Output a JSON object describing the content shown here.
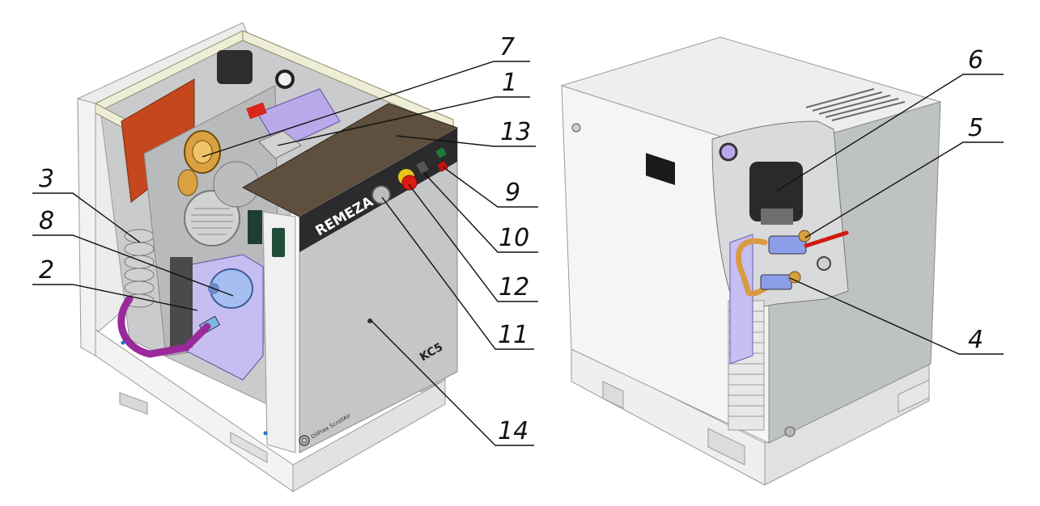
{
  "diagram": {
    "left_unit": {
      "brand": "REMEZA",
      "model": "KC5",
      "logo_text": "OilFree ScrollAir"
    },
    "callouts": [
      {
        "id": "c1",
        "label": "1"
      },
      {
        "id": "c2",
        "label": "2"
      },
      {
        "id": "c3",
        "label": "3"
      },
      {
        "id": "c4",
        "label": "4"
      },
      {
        "id": "c5",
        "label": "5"
      },
      {
        "id": "c6",
        "label": "6"
      },
      {
        "id": "c7",
        "label": "7"
      },
      {
        "id": "c8",
        "label": "8"
      },
      {
        "id": "c9",
        "label": "9"
      },
      {
        "id": "c10",
        "label": "10"
      },
      {
        "id": "c11",
        "label": "11"
      },
      {
        "id": "c12",
        "label": "12"
      },
      {
        "id": "c13",
        "label": "13"
      },
      {
        "id": "c14",
        "label": "14"
      }
    ],
    "colors": {
      "panel": "#c4c6c7",
      "panel_dark": "#9ea1a3",
      "top": "#e9eaea",
      "lid": "#5e4f3e",
      "nameplate": "#2b2b2d",
      "frame_beam": "#eeeed6",
      "heater": "#c4471e",
      "motor_cover": "#b9a9ea",
      "hose": "#9a2a9a",
      "brass": "#d9a140",
      "stop_button": "#e01b12",
      "pressure_switch": "#2a2a2a"
    }
  }
}
